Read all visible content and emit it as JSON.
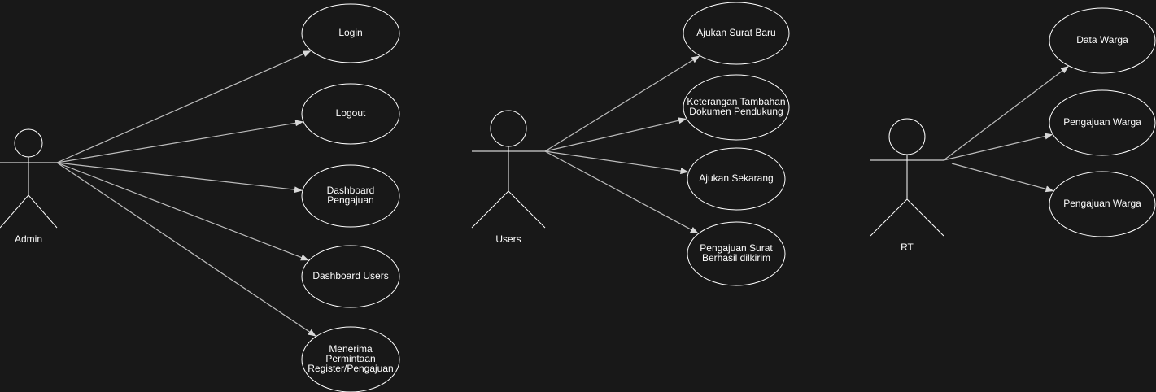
{
  "actors": [
    {
      "id": "admin",
      "label": "Admin"
    },
    {
      "id": "users",
      "label": "Users"
    },
    {
      "id": "rt",
      "label": "RT"
    }
  ],
  "use_cases": {
    "admin": [
      {
        "id": "login",
        "lines": [
          "Login"
        ]
      },
      {
        "id": "logout",
        "lines": [
          "Logout"
        ]
      },
      {
        "id": "dashboard-pengajuan",
        "lines": [
          "Dashboard",
          "Pengajuan"
        ]
      },
      {
        "id": "dashboard-users",
        "lines": [
          "Dashboard Users"
        ]
      },
      {
        "id": "menerima-permintaan",
        "lines": [
          "Menerima",
          "Permintaan",
          "Register/Pengajuan"
        ]
      }
    ],
    "users": [
      {
        "id": "ajukan-surat-baru",
        "lines": [
          "Ajukan Surat Baru"
        ]
      },
      {
        "id": "keterangan-tambahan",
        "lines": [
          "Keterangan Tambahan",
          "Dokumen Pendukung"
        ]
      },
      {
        "id": "ajukan-sekarang",
        "lines": [
          "Ajukan Sekarang"
        ]
      },
      {
        "id": "pengajuan-surat-berhasil",
        "lines": [
          "Pengajuan Surat",
          "Berhasil dilkirim"
        ]
      }
    ],
    "rt": [
      {
        "id": "data-warga",
        "lines": [
          "Data Warga"
        ]
      },
      {
        "id": "pengajuan-warga-1",
        "lines": [
          "Pengajuan Warga"
        ]
      },
      {
        "id": "pengajuan-warga-2",
        "lines": [
          "Pengajuan Warga"
        ]
      }
    ]
  },
  "colors": {
    "background": "#181818",
    "stroke": "#ffffff",
    "connector": "#bdbdbd",
    "text": "#ffffff"
  }
}
